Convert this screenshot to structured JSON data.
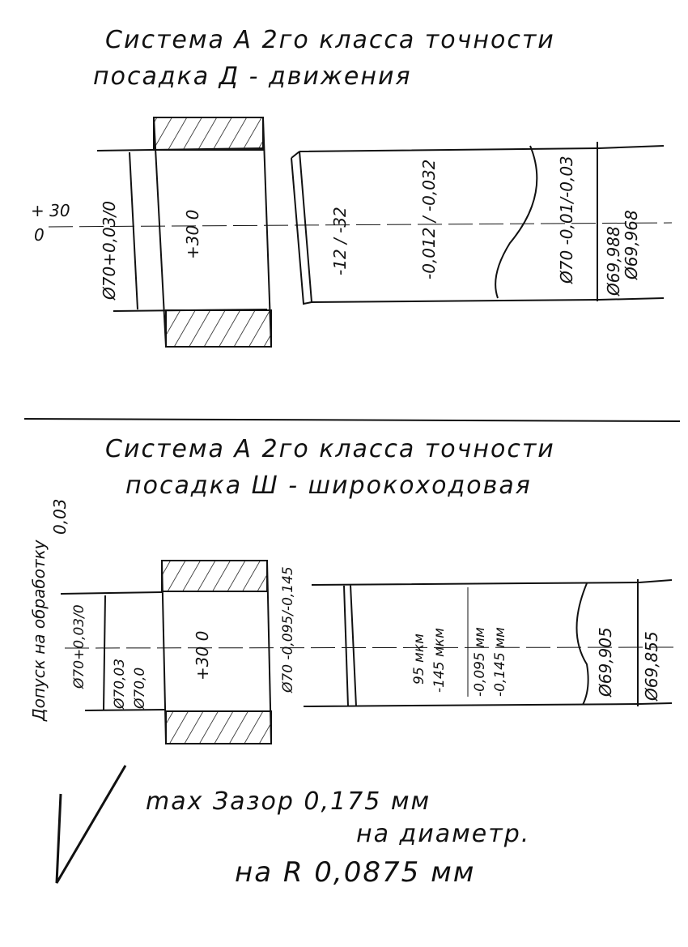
{
  "section1": {
    "title_line1": "Система А  2го класса точности",
    "title_line2": "посадка Д - движения",
    "hole_dev_upper": "+ 30",
    "hole_dev_lower": "0",
    "hole_dim": "Ø70+0,03/0",
    "hole_inner_dev": "+30 0",
    "shaft_dev_mkm": "-12 / -32",
    "shaft_dev_mm": "-0,012 / -0,032",
    "shaft_dim": "Ø70 -0,01/-0,03",
    "shaft_max": "Ø69,988",
    "shaft_min": "Ø69,968"
  },
  "section2": {
    "title_line1": "Система А  2го класса точности",
    "title_line2": "посадка Ш - широкоходовая",
    "tolerance_note": "Допуск на обработку",
    "tolerance_value": "0,03",
    "hole_dim": "Ø70+0,03/0",
    "hole_max": "Ø70,03",
    "hole_min": "Ø70,0",
    "hole_inner_dev": "+30 0",
    "shaft_dim": "Ø70 -0,095/-0,145",
    "shaft_dev_mkm_upper": "95 мкм",
    "shaft_dev_mkm_lower": "-145 мкм",
    "shaft_dev_mm_upper": "-0,095 мм",
    "shaft_dev_mm_lower": "-0,145 мм",
    "shaft_max": "Ø69,905",
    "shaft_min": "Ø69,855"
  },
  "conclusion": {
    "check_mark": "V",
    "line1": "max Зазор 0,175 мм",
    "line2": "на диаметр.",
    "line3": "на R  0,0875 мм"
  }
}
